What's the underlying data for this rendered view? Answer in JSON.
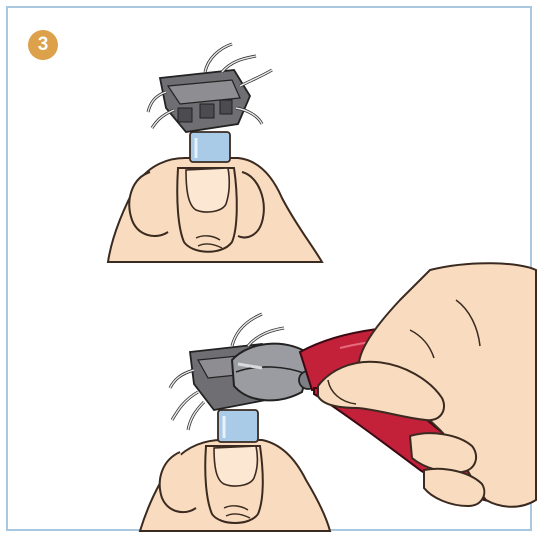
{
  "step": {
    "number": "3"
  },
  "panels": [
    {
      "name": "connector-held-in-fingers",
      "icon": "hand-holding-connector-icon"
    },
    {
      "name": "trimming-wires-with-cutters",
      "icon": "wire-cutter-icon"
    }
  ],
  "colors": {
    "frame_border": "#a9c7de",
    "step_badge": "#dca14a",
    "skin": "#f9dcbf",
    "skin_outline": "#3a2a20",
    "connector_body": "#6f6f73",
    "connector_sleeve": "#a9cbe8",
    "cutter_blade": "#9a9ca2",
    "cutter_handle": "#c3203a"
  }
}
